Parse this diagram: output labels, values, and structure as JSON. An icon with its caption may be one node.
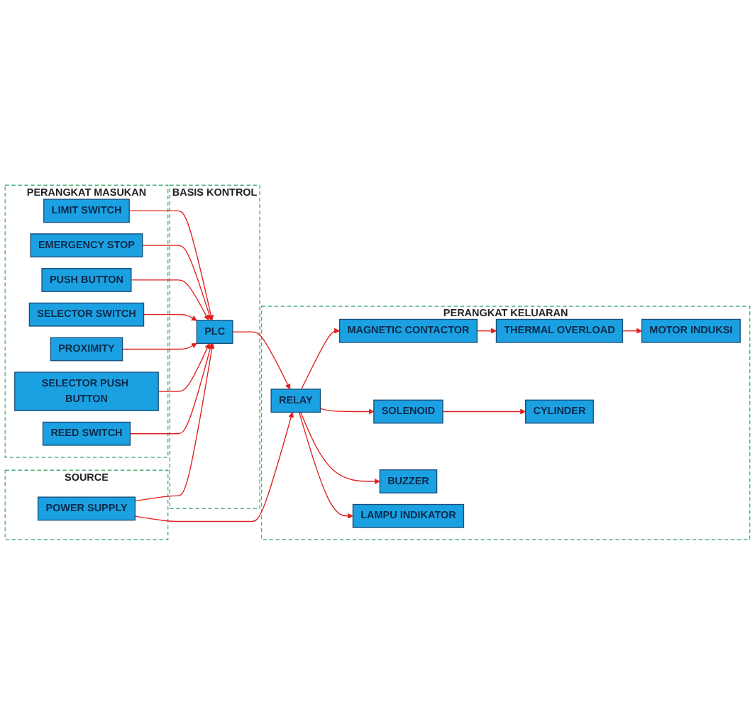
{
  "diagram": {
    "nodes": [
      {
        "text": [
          "PERANGKAT MASUKAN"
        ]
      },
      {
        "text": [
          "LIMIT SWITCH"
        ],
        "in": 0
      },
      {
        "text": [
          "EMERGENCY STOP"
        ],
        "in": 0
      },
      {
        "text": [
          "PUSH BUTTON"
        ],
        "in": 0
      },
      {
        "text": [
          "SELECTOR SWITCH"
        ],
        "in": 0
      },
      {
        "text": [
          "PROXIMITY"
        ],
        "in": 0
      },
      {
        "text": [
          "SELECTOR PUSH BUTTON"
        ],
        "in": 0
      },
      {
        "text": [
          "REED SWITCH"
        ],
        "in": 0
      },
      {
        "text": [
          "BASIS KONTROL"
        ]
      },
      {
        "text": [
          "PLC"
        ],
        "in": 8
      },
      {
        "text": [
          "SOURCE"
        ]
      },
      {
        "text": [
          "POWER SUPPLY"
        ],
        "in": 10
      },
      {
        "text": [
          "PERANGKAT KELUARAN"
        ]
      },
      {
        "text": [
          "MAGNETIC CONTACTOR"
        ],
        "in": 12
      },
      {
        "text": [
          "THERMAL OVERLOAD"
        ],
        "in": 12
      },
      {
        "text": [
          "MOTOR INDUKSI"
        ],
        "in": 12
      },
      {
        "text": [
          "RELAY"
        ],
        "in": 12
      },
      {
        "text": [
          "SOLENOID"
        ],
        "in": 12
      },
      {
        "text": [
          "CYLINDER"
        ],
        "in": 12
      },
      {
        "text": [
          "BUZZER"
        ],
        "in": 12
      },
      {
        "text": [
          "LAMPU INDIKATOR"
        ],
        "in": 12
      }
    ],
    "edges": [
      {
        "from": 1,
        "to": 9,
        "arrow": "to"
      },
      {
        "from": 2,
        "to": 9,
        "arrow": "to"
      },
      {
        "from": 3,
        "to": 9,
        "arrow": "to"
      },
      {
        "from": 4,
        "to": 9,
        "arrow": "to"
      },
      {
        "from": 5,
        "to": 9,
        "arrow": "to"
      },
      {
        "from": 6,
        "to": 9,
        "arrow": "to"
      },
      {
        "from": 7,
        "to": 9,
        "arrow": "to"
      },
      {
        "from": 9,
        "to": 16,
        "arrow": "to"
      },
      {
        "from": 11,
        "to": 9,
        "arrow": "to"
      },
      {
        "from": 11,
        "to": 16,
        "arrow": "to"
      },
      {
        "from": 16,
        "to": 13,
        "arrow": "to"
      },
      {
        "from": 13,
        "to": 14,
        "arrow": "to"
      },
      {
        "from": 14,
        "to": 15,
        "arrow": "to"
      },
      {
        "from": 16,
        "to": 17,
        "arrow": "to"
      },
      {
        "from": 17,
        "to": 18,
        "arrow": "to"
      },
      {
        "from": 16,
        "to": 19,
        "arrow": "to"
      },
      {
        "from": 16,
        "to": 20,
        "arrow": "to"
      }
    ]
  }
}
